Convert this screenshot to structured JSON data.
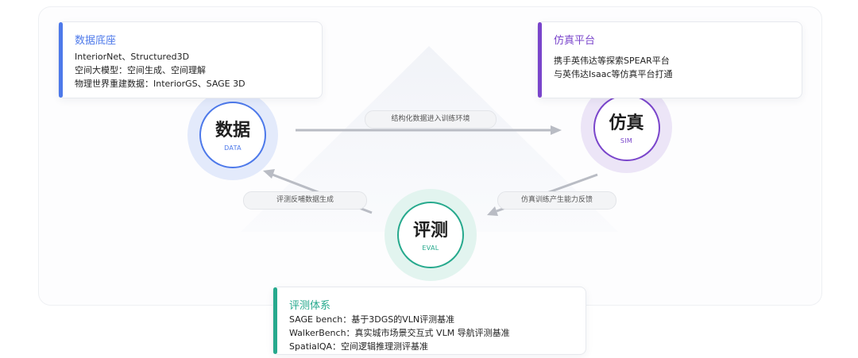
{
  "colors": {
    "data_accent": "#4d79ea",
    "sim_accent": "#7a45cb",
    "eval_accent": "#26a98d",
    "arrow": "#b9bcc4"
  },
  "nodes": {
    "data": {
      "title": "数据",
      "subtitle": "DATA"
    },
    "sim": {
      "title": "仿真",
      "subtitle": "SIM"
    },
    "eval": {
      "title": "评测",
      "subtitle": "EVAL"
    }
  },
  "cards": {
    "data": {
      "title": "数据底座",
      "lines": [
        "InteriorNet、Structured3D",
        "空间大模型：空间生成、空间理解",
        "物理世界重建数据：InteriorGS、SAGE 3D"
      ]
    },
    "sim": {
      "title": "仿真平台",
      "lines": [
        "携手英伟达等探索SPEAR平台",
        "与英伟达Isaac等仿真平台打通"
      ]
    },
    "eval": {
      "title": "评测体系",
      "lines": [
        "SAGE bench：基于3DGS的VLN评测基准",
        "WalkerBench：真实城市场景交互式 VLM 导航评测基准",
        "SpatialQA：空间逻辑推理测评基准"
      ]
    }
  },
  "edges": {
    "data_to_sim": "结构化数据进入训练环境",
    "eval_to_data": "评测反哺数据生成",
    "sim_to_eval": "仿真训练产生能力反馈"
  }
}
